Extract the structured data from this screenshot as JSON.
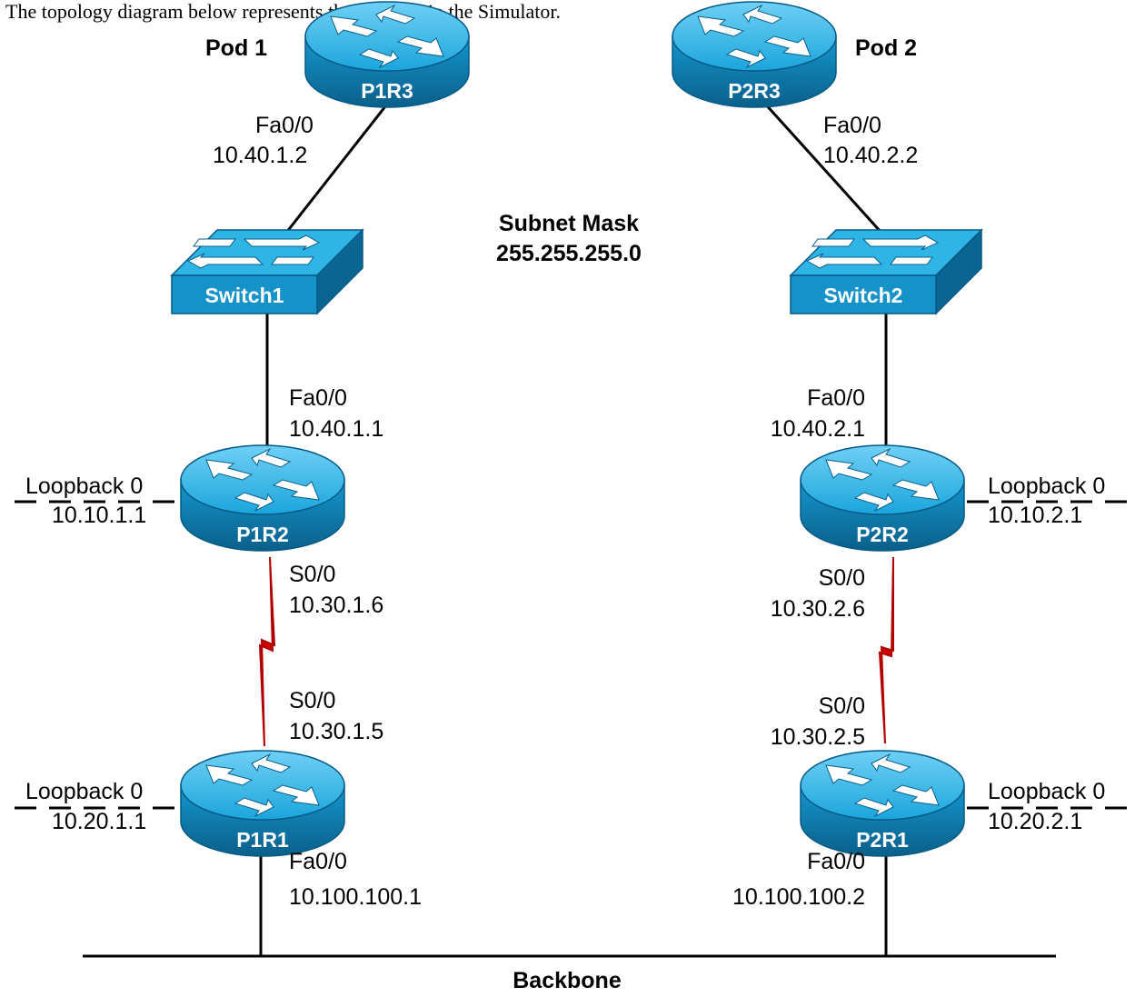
{
  "intro_text": "The topology diagram below represents the NetMap in the Simulator.",
  "pods": {
    "pod1": "Pod 1",
    "pod2": "Pod 2"
  },
  "subnet": {
    "title": "Subnet Mask",
    "value": "255.255.255.0"
  },
  "backbone": "Backbone",
  "routers": {
    "p1r3": "P1R3",
    "p2r3": "P2R3",
    "p1r2": "P1R2",
    "p2r2": "P2R2",
    "p1r1": "P1R1",
    "p2r1": "P2R1"
  },
  "switches": {
    "s1": "Switch1",
    "s2": "Switch2"
  },
  "interfaces": {
    "p1r3_fa": {
      "name": "Fa0/0",
      "ip": "10.40.1.2"
    },
    "p2r3_fa": {
      "name": "Fa0/0",
      "ip": "10.40.2.2"
    },
    "p1r2_fa": {
      "name": "Fa0/0",
      "ip": "10.40.1.1"
    },
    "p2r2_fa": {
      "name": "Fa0/0",
      "ip": "10.40.2.1"
    },
    "p1r2_lo": {
      "name": "Loopback 0",
      "ip": "10.10.1.1"
    },
    "p2r2_lo": {
      "name": "Loopback 0",
      "ip": "10.10.2.1"
    },
    "p1r2_s0": {
      "name": "S0/0",
      "ip": "10.30.1.6"
    },
    "p2r2_s0": {
      "name": "S0/0",
      "ip": "10.30.2.6"
    },
    "p1r1_s0": {
      "name": "S0/0",
      "ip": "10.30.1.5"
    },
    "p2r1_s0": {
      "name": "S0/0",
      "ip": "10.30.2.5"
    },
    "p1r1_lo": {
      "name": "Loopback 0",
      "ip": "10.20.1.1"
    },
    "p2r1_lo": {
      "name": "Loopback 0",
      "ip": "10.20.2.1"
    },
    "p1r1_fa": {
      "name": "Fa0/0",
      "ip": "10.100.100.1"
    },
    "p2r1_fa": {
      "name": "Fa0/0",
      "ip": "10.100.100.2"
    }
  },
  "colors": {
    "device_top": "#1ca9e0",
    "device_side": "#0b6fa0",
    "device_front": "#0d86bd",
    "serial_link": "#c00000",
    "line": "#000000"
  }
}
